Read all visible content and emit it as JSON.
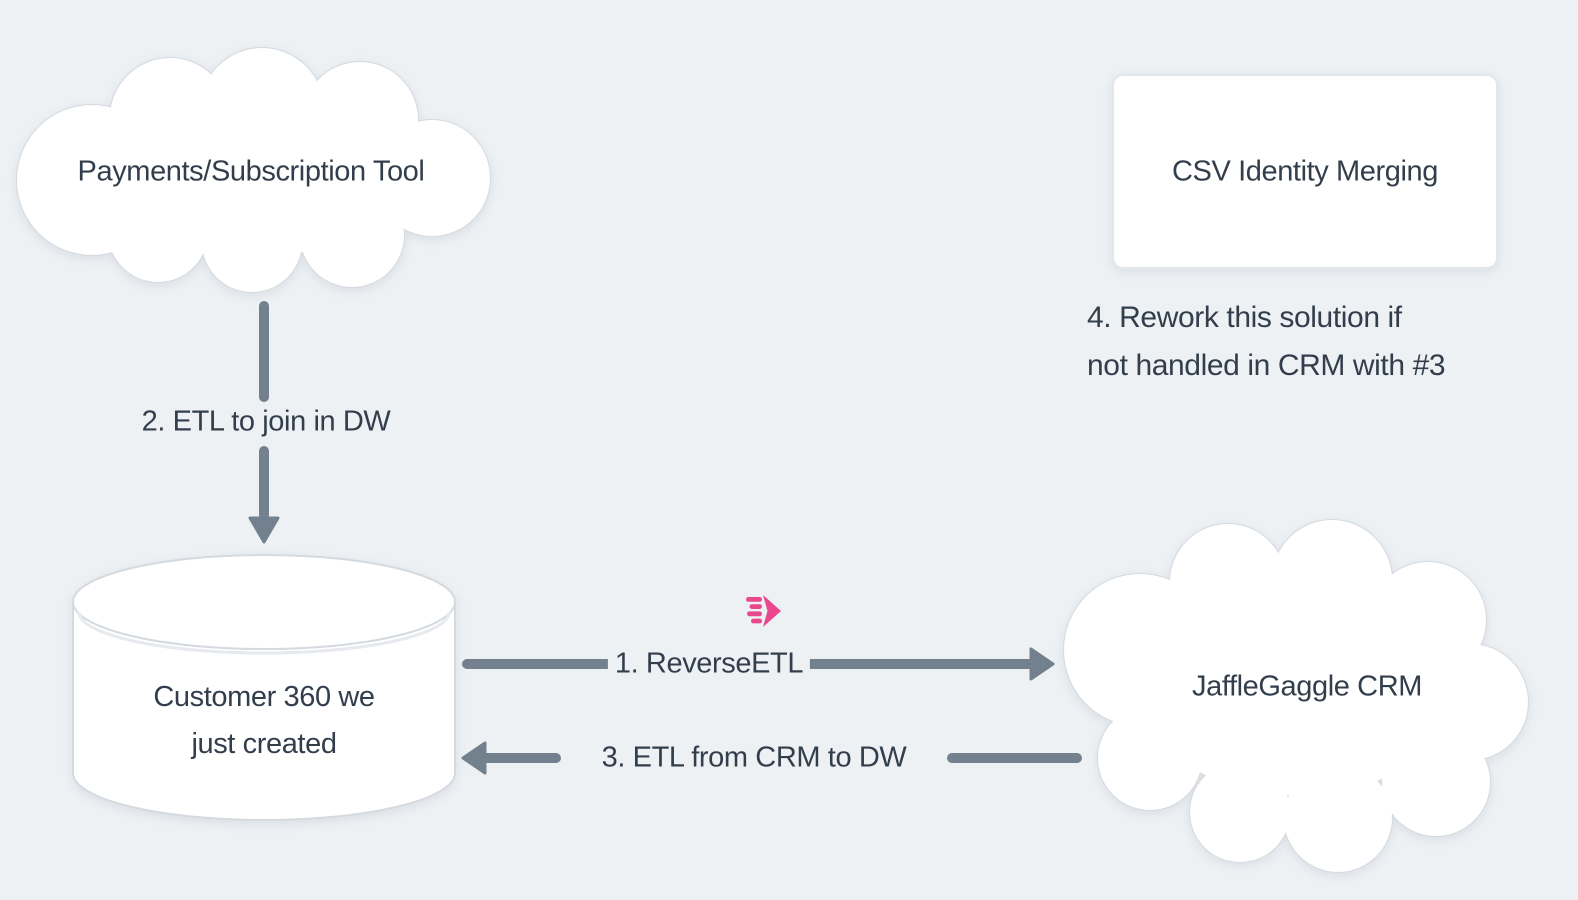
{
  "diagram": {
    "colors": {
      "bg": "#edf1f4",
      "text": "#333e4c",
      "arrow": "#73808d",
      "accent": "#e9488e",
      "shape_stroke": "#d5dae0",
      "node_fill": "#ffffff"
    },
    "nodes": {
      "payments_cloud": {
        "shape": "cloud",
        "label": "Payments/Subscription Tool"
      },
      "csv_box": {
        "shape": "rounded-rectangle",
        "label": "CSV Identity Merging"
      },
      "warehouse_db": {
        "shape": "cylinder",
        "label_line1": "Customer 360 we",
        "label_line2": "just created"
      },
      "crm_cloud": {
        "shape": "cloud",
        "label": "JaffleGaggle CRM"
      }
    },
    "edges": {
      "etl_to_dw": {
        "label": "2. ETL to join in DW",
        "direction": "payments_cloud -> warehouse_db"
      },
      "reverse_etl": {
        "label": "1. ReverseETL",
        "direction": "warehouse_db -> crm_cloud",
        "icon": "hightouch-icon"
      },
      "etl_from_crm": {
        "label": "3. ETL from CRM to DW",
        "direction": "crm_cloud -> warehouse_db"
      }
    },
    "caption": {
      "line1": "4. Rework this solution if",
      "line2": "not handled in CRM with #3"
    }
  }
}
